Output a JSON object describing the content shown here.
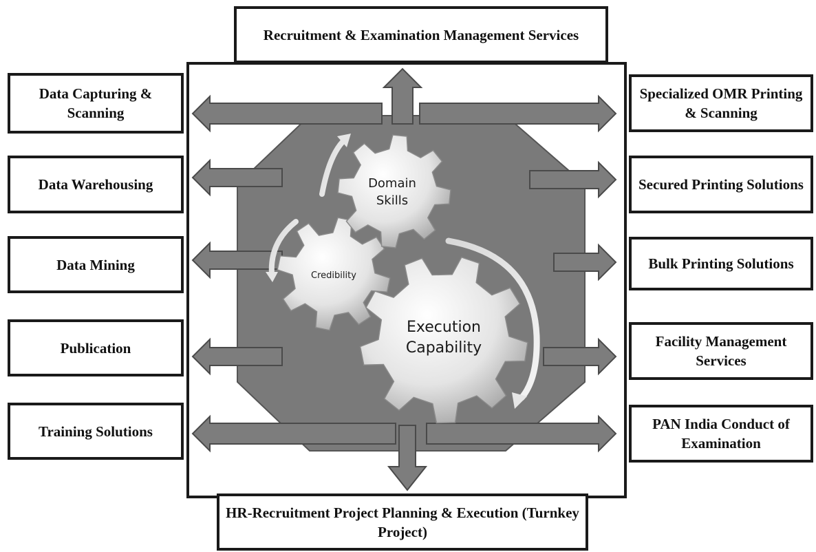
{
  "top_box": "Recruitment & Examination Management Services",
  "bottom_box": "HR-Recruitment Project Planning & Execution (Turnkey Project)",
  "left_boxes": [
    "Data Capturing & Scanning",
    "Data Warehousing",
    "Data Mining",
    "Publication",
    "Training Solutions"
  ],
  "right_boxes": [
    "Specialized OMR Printing & Scanning",
    "Secured Printing Solutions",
    "Bulk Printing Solutions",
    "Facility Management Services",
    "PAN India Conduct of Examination"
  ],
  "gears": {
    "domain_line1": "Domain",
    "domain_line2": "Skills",
    "credibility": "Credibility",
    "execution_line1": "Execution",
    "execution_line2": "Capability"
  },
  "colors": {
    "octagon": "#7a7a7a",
    "arrow_fill": "#7d7d7d",
    "border": "#1a1a1a",
    "gear_fill": "#e8e8e8"
  }
}
